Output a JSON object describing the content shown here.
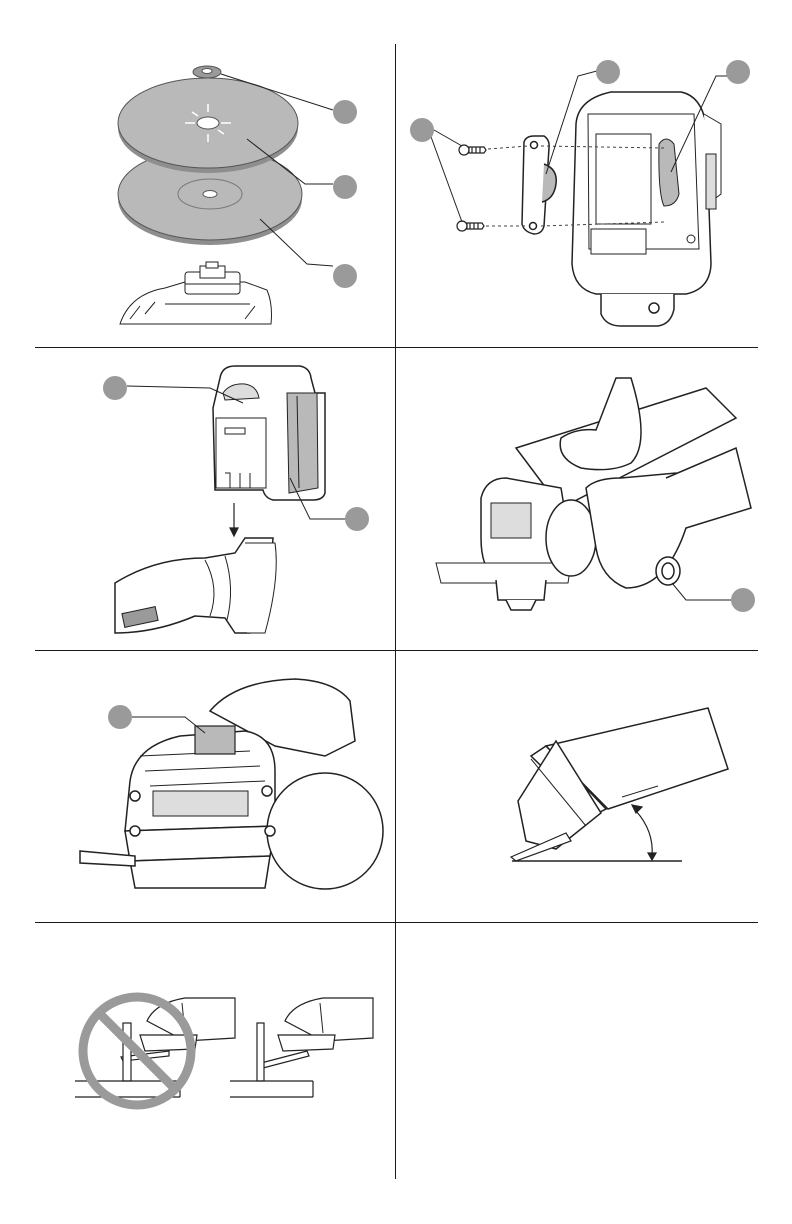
{
  "page": {
    "background": "#ffffff",
    "line_color": "#1a1a1a",
    "callout_color": "#9a9a9a",
    "disc_color": "#b9b9b9"
  },
  "figures": [
    {
      "name": "figure-wheel-assembly",
      "icons": [
        "flange-nut-icon",
        "grinding-wheel-icon",
        "backing-flange-icon",
        "spindle-icon"
      ]
    },
    {
      "name": "figure-guard-screws",
      "icons": [
        "screw-icon",
        "bracket-icon",
        "battery-housing-icon"
      ]
    },
    {
      "name": "figure-battery-insert",
      "icons": [
        "battery-pack-icon",
        "arrow-down-icon",
        "grinder-tail-icon"
      ]
    },
    {
      "name": "figure-two-hand-grip",
      "icons": [
        "gloved-hand-icon",
        "side-handle-icon",
        "grinder-head-icon"
      ]
    },
    {
      "name": "figure-spindle-lock",
      "icons": [
        "spindle-lock-button-icon",
        "gear-case-icon"
      ]
    },
    {
      "name": "figure-grinding-angle",
      "icons": [
        "grinder-profile-icon",
        "angle-arc-icon"
      ]
    },
    {
      "name": "figure-incorrect-correct-usage",
      "icons": [
        "prohibited-icon",
        "grinder-profile-icon"
      ]
    }
  ]
}
